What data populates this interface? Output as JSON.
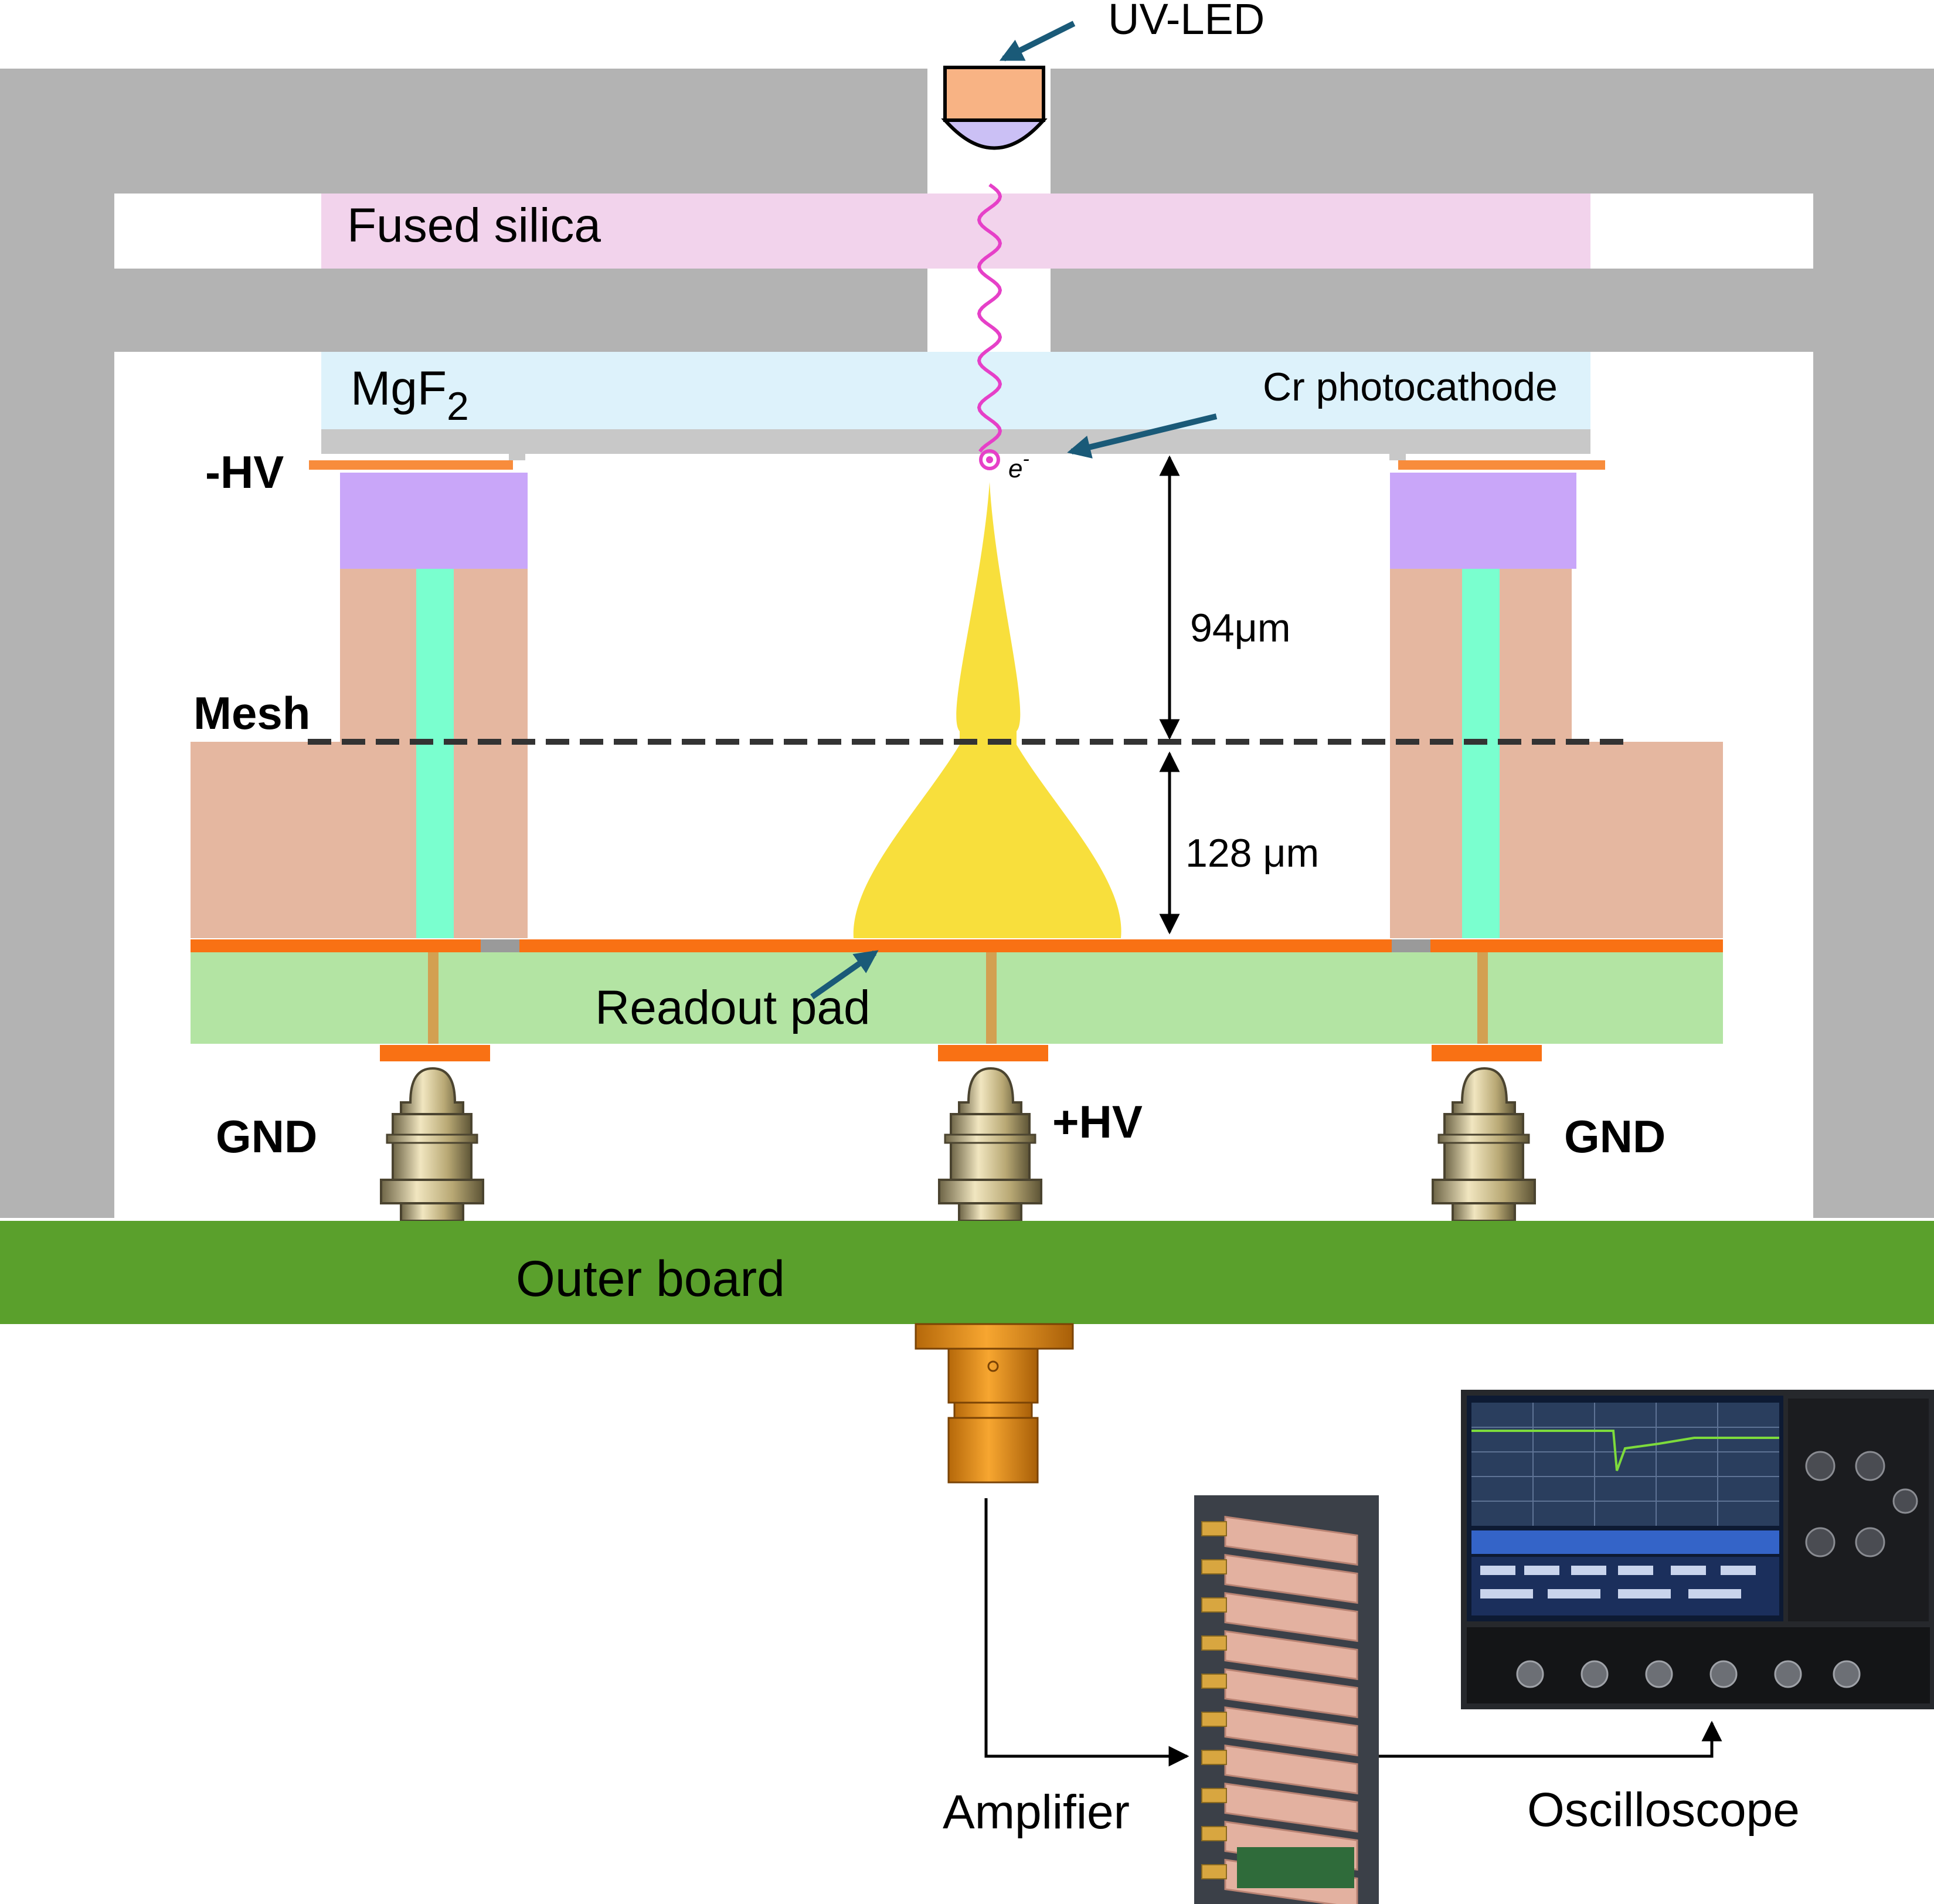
{
  "labels": {
    "uv_led": "UV-LED",
    "fused_silica": "Fused silica",
    "mgf2_main": "MgF",
    "mgf2_sub": "2",
    "cr_photocathode": "Cr photocathode",
    "electron_main": "e",
    "electron_sup": "-",
    "neg_hv": "-HV",
    "mesh": "Mesh",
    "gap_drift": "94μm",
    "gap_amplification": "128 μm",
    "readout_pad": "Readout pad",
    "gnd_left": "GND",
    "pos_hv": "+HV",
    "gnd_right": "GND",
    "outer_board": "Outer board",
    "amplifier": "Amplifier",
    "oscilloscope": "Oscilloscope"
  },
  "colors": {
    "housing": "#b3b3b3",
    "fused_silica": "#f2d3ec",
    "mgf2": "#ddf2fb",
    "photocathode": "#c8c8c8",
    "hv_electrode": "#f88c3c",
    "spacer_violet": "#c9a6f9",
    "pillar": "#e5b7a0",
    "hv_line": "#7affcf",
    "avalanche": "#f8df3c",
    "readout_strip": "#f97114",
    "inner_pcb": "#b3e4a3",
    "via": "#d3a051",
    "outer_board": "#5aa02c",
    "arrow": "#1a5a78",
    "photon": "#e640c8",
    "led_body": "#f8b384",
    "led_lens": "#cbc0f5",
    "mesh": "#333333"
  }
}
